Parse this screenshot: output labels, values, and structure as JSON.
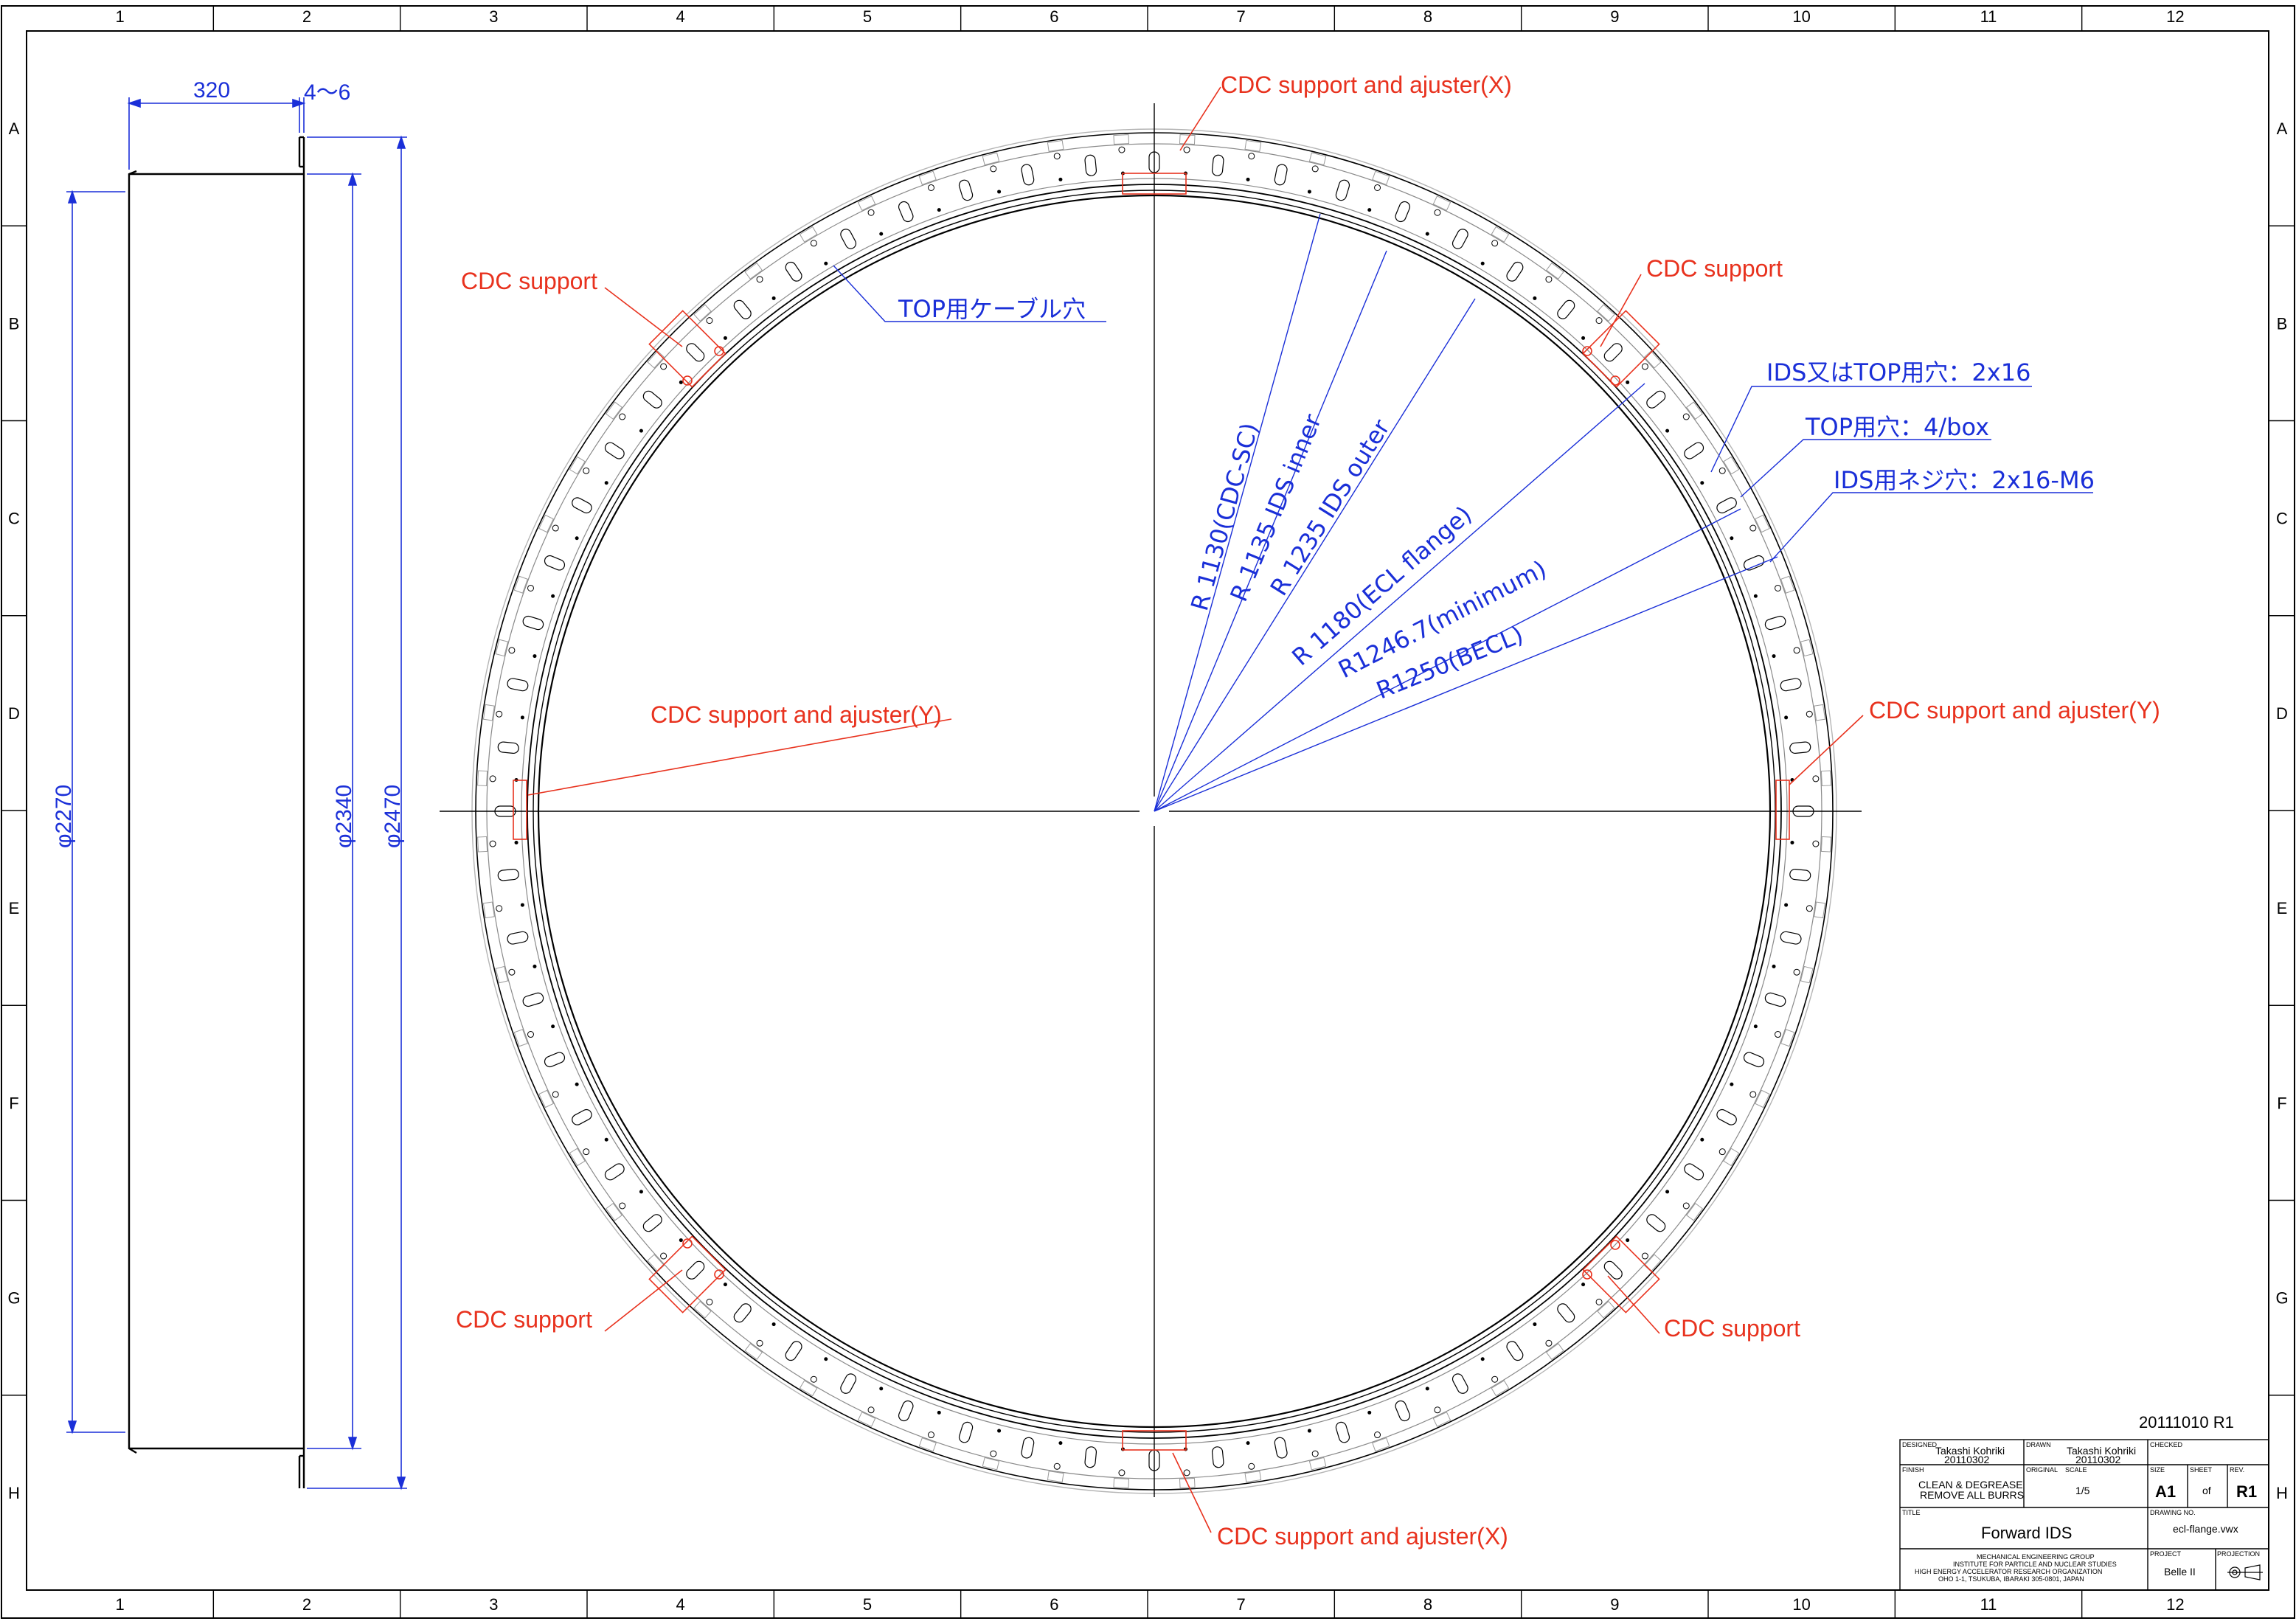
{
  "frame": {
    "columns": [
      "1",
      "2",
      "3",
      "4",
      "5",
      "6",
      "7",
      "8",
      "9",
      "10",
      "11",
      "12"
    ],
    "rows": [
      "A",
      "B",
      "C",
      "D",
      "E",
      "F",
      "G",
      "H"
    ]
  },
  "side_view": {
    "dim_320": "320",
    "dim_gap": "4〜6",
    "dim_d2270": "φ2270",
    "dim_d2340": "φ2340",
    "dim_d2470": "φ2470"
  },
  "labels": {
    "cdc_ajuster_x_top": "CDC support and ajuster(X)",
    "cdc_ajuster_x_bottom": "CDC support and ajuster(X)",
    "cdc_ajuster_y_left": "CDC support and ajuster(Y)",
    "cdc_ajuster_y_right": "CDC support and ajuster(Y)",
    "cdc_support_tl": "CDC support",
    "cdc_support_tr": "CDC support",
    "cdc_support_bl": "CDC support",
    "cdc_support_br": "CDC support",
    "top_cable_hole": "TOP用ケーブル穴",
    "ids_top_hole": "IDS又はTOP用穴：2x16",
    "top_hole_box": "TOP用穴：4/box",
    "ids_screw_hole": "IDS用ネジ穴：2x16-M6"
  },
  "radii": {
    "r1130": "R 1130(CDC-SC)",
    "r1135": "R 1135 IDS inner",
    "r1235": "R 1235  IDS outer",
    "r1180": "R 1180(ECL flange)",
    "r1246": "R1246.7(minimum)",
    "r1250": "R1250(BECL)"
  },
  "revision_note": "20111010 R1",
  "title_block": {
    "designed_label": "DESIGNED",
    "designed_by": "Takashi Kohriki",
    "designed_date": "20110302",
    "drawn_label": "DRAWN",
    "drawn_by": "Takashi Kohriki",
    "drawn_date": "20110302",
    "checked_label": "CHECKED",
    "finish_label": "FINISH",
    "finish_line1": "CLEAN & DEGREASE",
    "finish_line2": "REMOVE ALL BURRS",
    "original_label": "ORIGINAL",
    "scale_label": "SCALE",
    "scale_value": "1/5",
    "size_label": "SIZE",
    "size_value": "A1",
    "sheet_label": "SHEET",
    "sheet_value": "of",
    "rev_label": "REV.",
    "rev_value": "R1",
    "title_label": "TITLE",
    "title_value": "Forward IDS",
    "drawing_no_label": "DRAWING NO.",
    "drawing_no_value": "ecl-flange.vwx",
    "org_line1": "MECHANICAL ENGINEERING GROUP",
    "org_line2": "INSTITUTE FOR PARTICLE AND NUCLEAR STUDIES",
    "org_line3": "HIGH ENERGY ACCELERATOR RESEARCH ORGANIZATION",
    "org_line4": "OHO 1-1, TSUKUBA, IBARAKI 305-0801, JAPAN",
    "project_label": "PROJECT",
    "project_value": "Belle II",
    "projection_label": "PROJECTION"
  },
  "colors": {
    "annotation_red": "#e8321e",
    "dimension_blue": "#1a2fd8",
    "line_black": "#000000",
    "line_gray": "#9a9a9a"
  }
}
